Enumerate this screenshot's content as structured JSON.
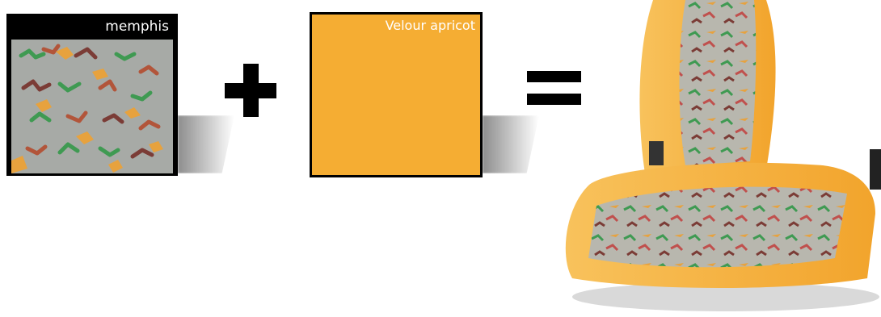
{
  "fabric": {
    "label": "memphis",
    "base_color": "#a7aaa6",
    "fleck_colors": [
      "#e7a23e",
      "#3f9a52",
      "#b2553a",
      "#7b3c36"
    ]
  },
  "color": {
    "label": "Velour apricot",
    "hex": "#f5ad33"
  },
  "operators": {
    "plus": "plus-sign",
    "equals": "equals-sign"
  },
  "result": {
    "image": "seat-image",
    "frame_color": "#f5ad33"
  }
}
